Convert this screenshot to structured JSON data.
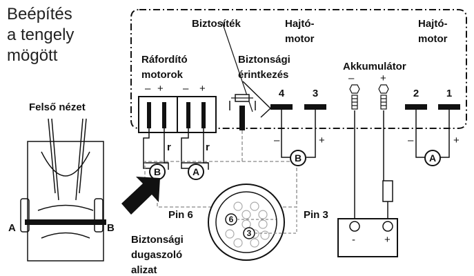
{
  "title_lines": [
    "Beépítés",
    "a tengely",
    "mögött"
  ],
  "labels": {
    "top_view": "Felső nézet",
    "fuse": "Biztosíték",
    "drive_motor_left_1": "Hajtó-",
    "drive_motor_left_2": "motor",
    "drive_motor_right_1": "Hajtó-",
    "drive_motor_right_2": "motor",
    "actuator_1": "Ráfordító",
    "actuator_2": "motorok",
    "safety_contact_1": "Biztonsági",
    "safety_contact_2": "érintkezés",
    "battery": "Akkumulátor",
    "pin6": "Pin 6",
    "pin3": "Pin 3",
    "socket_1": "Biztonsági",
    "socket_2": "dugaszoló",
    "socket_3": "alizat",
    "axle_a": "A",
    "axle_b": "B"
  },
  "terminals": {
    "t4": "4",
    "t3": "3",
    "t2": "2",
    "t1": "1"
  },
  "signs": {
    "minus": "–",
    "plus": "+",
    "r": "r"
  },
  "circles": {
    "a": "A",
    "b": "B"
  },
  "connector_pins": {
    "pin6": "6",
    "pin3": "3"
  },
  "battery_signs": {
    "minus": "-",
    "plus": "+"
  },
  "colors": {
    "ink": "#111111",
    "dash": "#888888",
    "pin_gray": "#bbbbbb"
  }
}
